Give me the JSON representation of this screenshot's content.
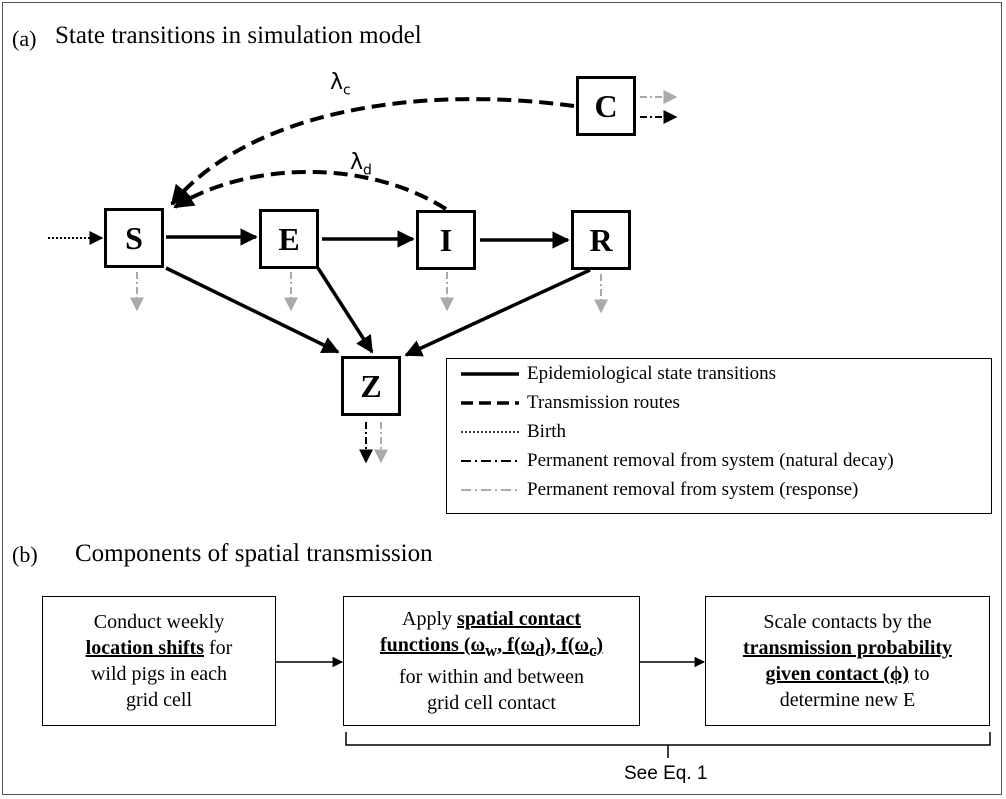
{
  "panel_a": {
    "tag": "(a)",
    "title": "State transitions in simulation model",
    "nodes": {
      "S": "S",
      "E": "E",
      "I": "I",
      "R": "R",
      "Z": "Z",
      "C": "C"
    },
    "rates": {
      "lambda_c": "λ",
      "lambda_c_sub": "c",
      "lambda_d": "λ",
      "lambda_d_sub": "d"
    },
    "legend": [
      "Epidemiological  state transitions",
      "Transmission routes",
      "Birth",
      "Permanent removal from system (natural decay)",
      "Permanent removal from system (response)"
    ]
  },
  "panel_b": {
    "tag": "(b)",
    "title": "Components of spatial transmission",
    "box1": {
      "line1": "Conduct weekly",
      "bold": "location shifts",
      "line2_rest": " for",
      "line3": "wild pigs in each",
      "line4": "grid cell"
    },
    "box2": {
      "line1": "Apply ",
      "bold1": "spatial contact",
      "bold2": "functions (ω",
      "sub_w": "w",
      "bold3": ", f(ω",
      "sub_d": "d",
      "bold4": "), f(ω",
      "sub_c": "c",
      "bold5": ")",
      "line3": "for within  and between",
      "line4": "grid cell contact"
    },
    "box3": {
      "line1": "Scale contacts by the",
      "bold1": "transmission probability",
      "bold2": "given contact (ϕ)",
      "line3_rest": " to",
      "line4": "determine new E"
    },
    "bracket_label": "See Eq. 1"
  },
  "colors": {
    "line": "#000000",
    "grey": "#aaaaaa"
  }
}
